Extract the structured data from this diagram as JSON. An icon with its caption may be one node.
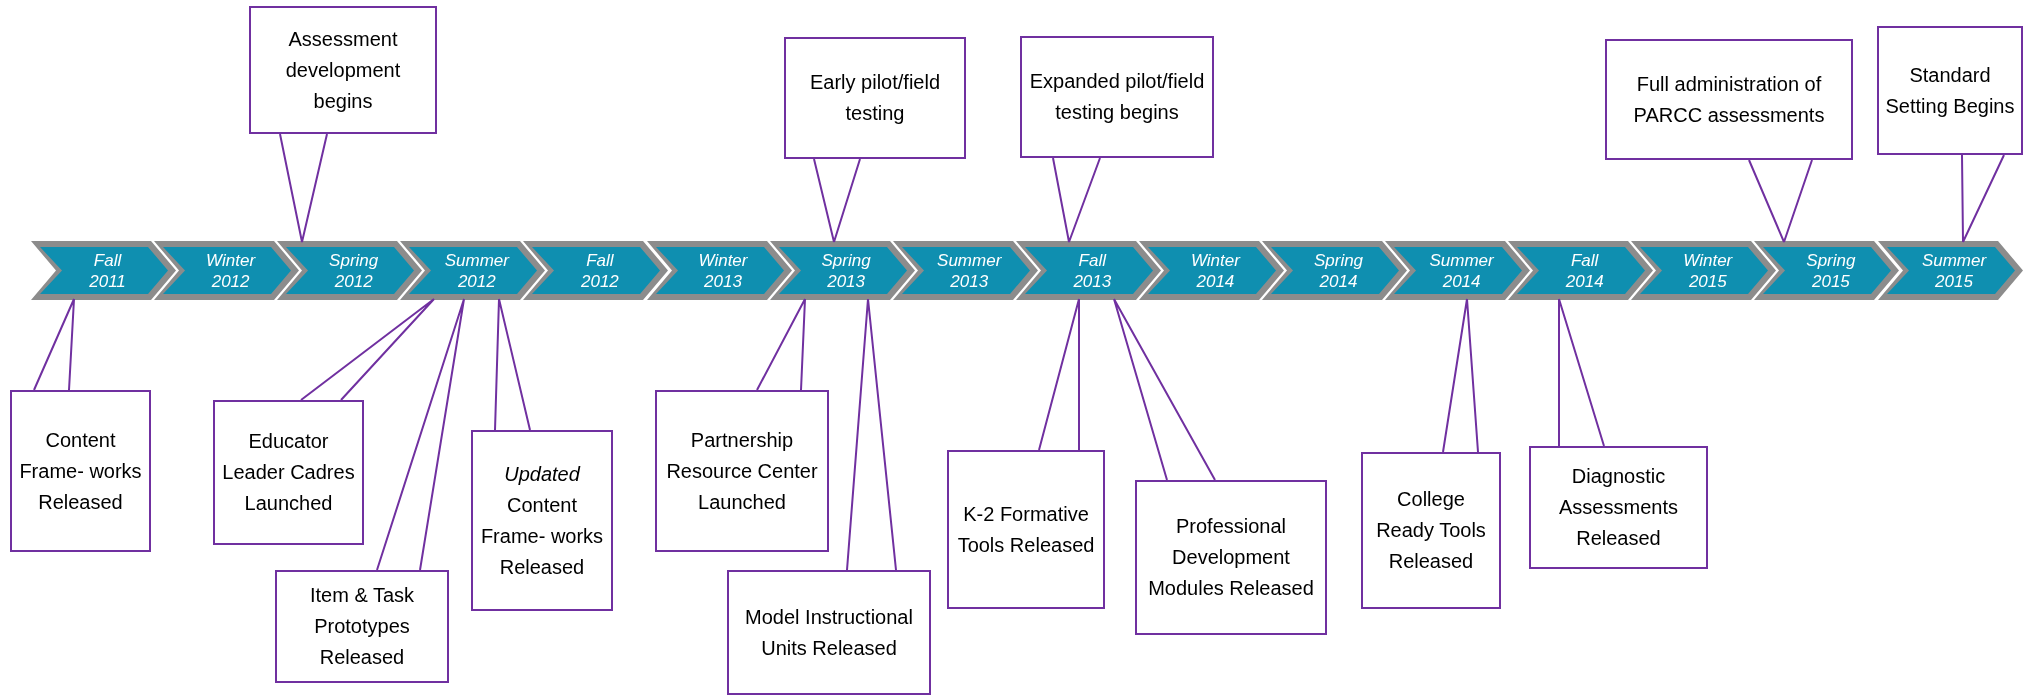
{
  "diagram": {
    "nodes": [
      {
        "text": [
          "Fall 2011"
        ]
      },
      {
        "text": [
          "Winter 2012"
        ]
      },
      {
        "text": [
          "Spring 2012"
        ]
      },
      {
        "text": [
          "Summer 2012"
        ]
      },
      {
        "text": [
          "Fall 2012"
        ]
      },
      {
        "text": [
          "Winter 2013"
        ]
      },
      {
        "text": [
          "Spring 2013"
        ]
      },
      {
        "text": [
          "Summer 2013"
        ]
      },
      {
        "text": [
          "Fall 2013"
        ]
      },
      {
        "text": [
          "Winter 2014"
        ]
      },
      {
        "text": [
          "Spring 2014"
        ]
      },
      {
        "text": [
          "Summer 2014"
        ]
      },
      {
        "text": [
          "Fall 2014"
        ]
      },
      {
        "text": [
          "Winter 2015"
        ]
      },
      {
        "text": [
          "Spring 2015"
        ]
      },
      {
        "text": [
          "Summer 2015"
        ]
      },
      {
        "text": [
          "Assessment development begins"
        ]
      },
      {
        "text": [
          "Early pilot/field testing"
        ]
      },
      {
        "text": [
          "Expanded pilot/field testing begins"
        ]
      },
      {
        "text": [
          "Full administration of PARCC assessments"
        ]
      },
      {
        "text": [
          "Standard Setting Begins"
        ]
      },
      {
        "text": [
          "Content Frame- works Released"
        ]
      },
      {
        "text": [
          "Educator Leader Cadres Launched"
        ]
      },
      {
        "text": [
          "Item & Task Prototypes Released"
        ]
      },
      {
        "text": [
          "*Updated* Content Frame- works Released"
        ]
      },
      {
        "text": [
          "Partnership Resource Center Launched"
        ]
      },
      {
        "text": [
          "Model Instructional Units Released"
        ]
      },
      {
        "text": [
          "K-2 Formative Tools Released"
        ]
      },
      {
        "text": [
          "Professional Development Modules Released"
        ]
      },
      {
        "text": [
          "College Ready Tools Released"
        ]
      },
      {
        "text": [
          "Diagnostic Assessments Released"
        ]
      }
    ],
    "edges": [
      {
        "from": 16,
        "to": 2,
        "arrow": "none"
      },
      {
        "from": 17,
        "to": 6,
        "arrow": "none"
      },
      {
        "from": 18,
        "to": 8,
        "arrow": "none"
      },
      {
        "from": 19,
        "to": 14,
        "arrow": "none"
      },
      {
        "from": 20,
        "to": 15,
        "arrow": "none"
      },
      {
        "from": 21,
        "to": 0,
        "arrow": "none"
      },
      {
        "from": 22,
        "to": 3,
        "arrow": "none"
      },
      {
        "from": 23,
        "to": 3,
        "arrow": "none"
      },
      {
        "from": 24,
        "to": 3,
        "arrow": "none"
      },
      {
        "from": 25,
        "to": 6,
        "arrow": "none"
      },
      {
        "from": 26,
        "to": 6,
        "arrow": "none"
      },
      {
        "from": 27,
        "to": 8,
        "arrow": "none"
      },
      {
        "from": 28,
        "to": 8,
        "arrow": "none"
      },
      {
        "from": 29,
        "to": 11,
        "arrow": "none"
      },
      {
        "from": 30,
        "to": 12,
        "arrow": "none"
      }
    ]
  }
}
